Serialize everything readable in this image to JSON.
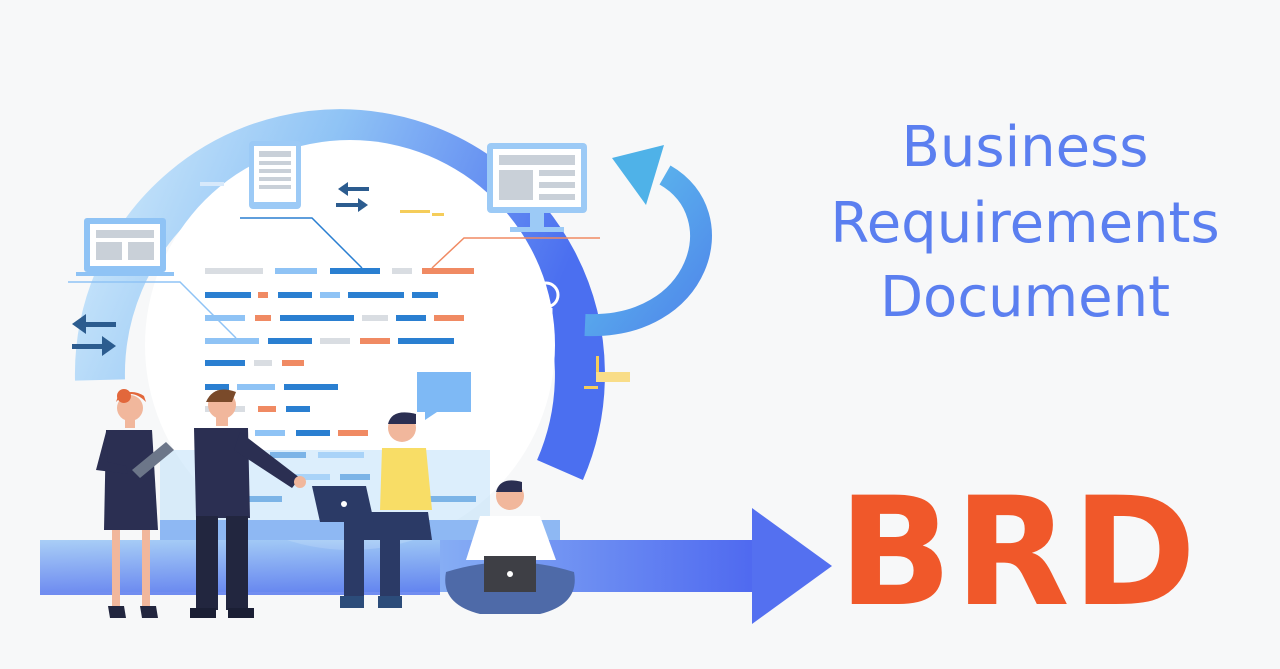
{
  "title": {
    "line1": "Business",
    "line2": "Requirements",
    "line3": "Document"
  },
  "abbreviation": "BRD",
  "colors": {
    "title": "#5b7ff0",
    "abbreviation": "#f0582a",
    "cycle_light": "#b8dcf7",
    "cycle_dark": "#4b6ff0",
    "arrow": "#5470f0",
    "refresh_arrow": "#4fb2e8",
    "background": "#f7f8f9"
  },
  "icons": [
    "laptop-icon",
    "tablet-document-icon",
    "monitor-icon",
    "swap-arrows-icon",
    "lightbulb-icon",
    "chat-bubble-icon",
    "refresh-arrow-icon",
    "big-right-arrow-icon"
  ]
}
